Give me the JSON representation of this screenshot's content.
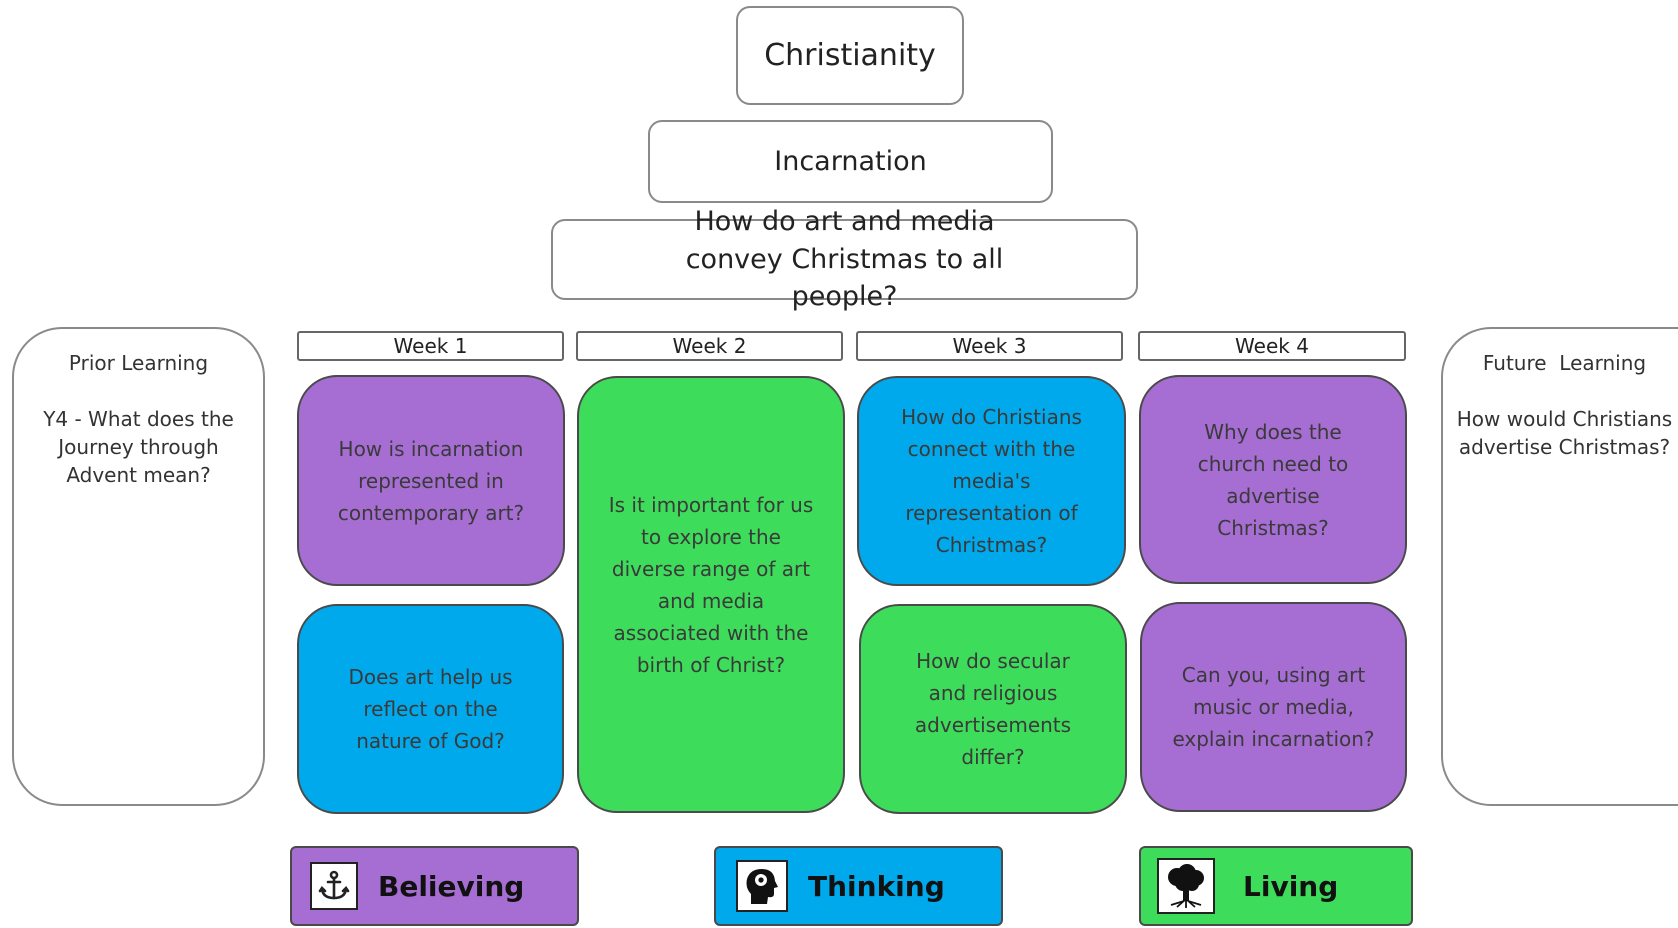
{
  "title": "Christianity",
  "subtitle": "Incarnation",
  "key_question": "How do art and media convey Christmas to all people?",
  "prior_learning": {
    "heading": "Prior Learning",
    "text": "Y4 - What does the Journey through Advent mean?"
  },
  "future_learning": {
    "heading": "Future  Learning",
    "text": "How would Christians advertise Christmas?"
  },
  "weeks": [
    {
      "label": "Week 1",
      "cards": [
        {
          "text": "How is incarnation represented in contemporary art?",
          "color": "#a66dd2"
        },
        {
          "text": "Does art help us reflect on the nature of God?",
          "color": "#00a8ec"
        }
      ]
    },
    {
      "label": "Week 2",
      "cards": [
        {
          "text": "Is it important for us to explore the diverse range of art and media associated with the birth of Christ?",
          "color": "#3ddc5a"
        }
      ]
    },
    {
      "label": "Week 3",
      "cards": [
        {
          "text": "How do Christians connect with  the media's representation of Christmas?",
          "color": "#00a8ec"
        },
        {
          "text": "How do secular and religious advertisements differ?",
          "color": "#3ddc5a"
        }
      ]
    },
    {
      "label": "Week 4",
      "cards": [
        {
          "text": "Why does the church need to advertise Christmas?",
          "color": "#a66dd2"
        },
        {
          "text": "Can you, using art music or media, explain incarnation?",
          "color": "#a66dd2"
        }
      ]
    }
  ],
  "legend": [
    {
      "label": "Believing",
      "icon": "anchor-icon",
      "color": "#a66dd2"
    },
    {
      "label": "Thinking",
      "icon": "head-icon",
      "color": "#00a8ec"
    },
    {
      "label": "Living",
      "icon": "tree-icon",
      "color": "#3ddc5a"
    }
  ]
}
